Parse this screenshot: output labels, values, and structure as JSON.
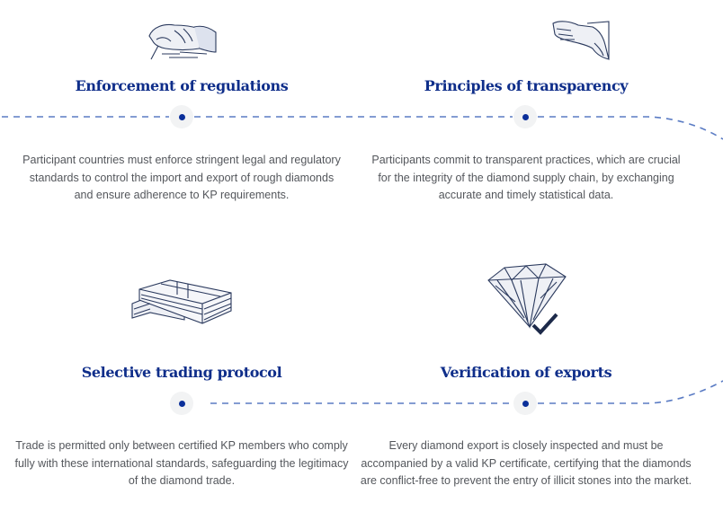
{
  "theme": {
    "title_color": "#0f2e8a",
    "text_color": "#54575c",
    "line_color": "#5b7cc4",
    "dot_color": "#0b2f9a",
    "dot_halo_color": "#f2f3f4",
    "illustration_color": "#2b3a5e"
  },
  "cards": [
    {
      "title": "Enforcement of regulations",
      "icon": "hand-writing-icon",
      "description": "Participant countries must enforce stringent legal and regulatory standards to control the import and export of rough diamonds and ensure adherence to KP requirements."
    },
    {
      "title": "Principles of transparency",
      "icon": "hand-exchange-icon",
      "description": "Participants commit to transparent practices, which are crucial for the integrity of the diamond supply chain, by exchanging accurate and timely statistical data."
    },
    {
      "title": "Selective trading protocol",
      "icon": "money-stack-icon",
      "description": "Trade is permitted only between certified KP members who comply fully with these international standards, safeguarding the legitimacy of the diamond trade."
    },
    {
      "title": "Verification of exports",
      "icon": "diamond-check-icon",
      "description": "Every diamond export is closely inspected and must be accompanied by a valid KP certificate, certifying that the diamonds are conflict-free to prevent the entry of illicit stones into the market."
    }
  ]
}
